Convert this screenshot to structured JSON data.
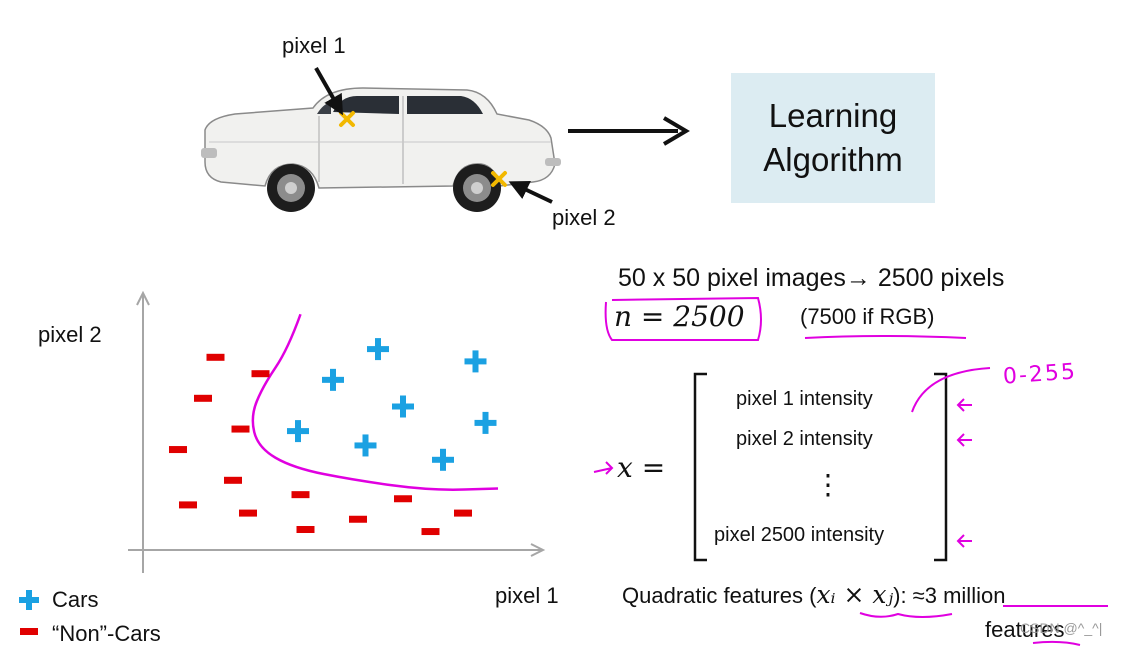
{
  "top": {
    "pixel1_label": "pixel 1",
    "pixel2_label": "pixel 2",
    "algorithm": {
      "line1": "Learning",
      "line2": "Algorithm"
    }
  },
  "plot": {
    "y_label": "pixel 2",
    "x_label": "pixel 1",
    "legend": [
      {
        "symbol": "plus",
        "label": "Cars",
        "color": "#1ba1e2"
      },
      {
        "symbol": "minus",
        "label": "“Non”-Cars",
        "color": "#e00000"
      }
    ]
  },
  "chart_data": {
    "type": "scatter",
    "xlabel": "pixel 1",
    "ylabel": "pixel 2",
    "axis_ticks": false,
    "grid": false,
    "legend_position": "bottom-left",
    "series": [
      {
        "name": "Cars",
        "marker": "plus",
        "color": "#1ba1e2",
        "points": [
          [
            9.4,
            9.8
          ],
          [
            7.6,
            8.3
          ],
          [
            13.3,
            9.2
          ],
          [
            10.4,
            7.0
          ],
          [
            6.2,
            5.8
          ],
          [
            8.9,
            5.1
          ],
          [
            13.7,
            6.2
          ],
          [
            12.0,
            4.4
          ]
        ]
      },
      {
        "name": "“Non”-Cars",
        "marker": "minus",
        "color": "#e00000",
        "points": [
          [
            2.9,
            9.4
          ],
          [
            4.7,
            8.6
          ],
          [
            2.4,
            7.4
          ],
          [
            3.9,
            5.9
          ],
          [
            1.4,
            4.9
          ],
          [
            3.6,
            3.4
          ],
          [
            1.8,
            2.2
          ],
          [
            4.2,
            1.8
          ],
          [
            6.3,
            2.7
          ],
          [
            6.5,
            1.0
          ],
          [
            8.6,
            1.5
          ],
          [
            10.4,
            2.5
          ],
          [
            11.5,
            0.9
          ],
          [
            12.8,
            1.8
          ]
        ]
      }
    ],
    "boundary": [
      [
        6.3,
        11.5
      ],
      [
        5.8,
        9.8
      ],
      [
        4.8,
        8.0
      ],
      [
        4.3,
        6.5
      ],
      [
        4.6,
        5.0
      ],
      [
        6.0,
        4.0
      ],
      [
        8.5,
        3.4
      ],
      [
        11.5,
        2.9
      ],
      [
        14.2,
        3.0
      ]
    ]
  },
  "right": {
    "line1": "50 x 50 pixel images→ 2500 pixels",
    "n_eq": "n = 2500",
    "rgb": "(7500 if RGB)",
    "range_note": "0-255",
    "x_eq": "x =",
    "vector": [
      "pixel 1 intensity",
      "pixel 2 intensity",
      "⋮",
      "pixel 2500 intensity"
    ],
    "quad_prefix": "Quadratic features (",
    "quad_math": "xᵢ × xⱼ",
    "quad_suffix": "): ≈",
    "quad_value": "3 million",
    "quad_tail": "features",
    "watermark": "CSDN @^_^|"
  },
  "colors": {
    "annotation": "#e000e0",
    "box_bg": "#dcecf2",
    "axis": "#a6a6a6"
  }
}
